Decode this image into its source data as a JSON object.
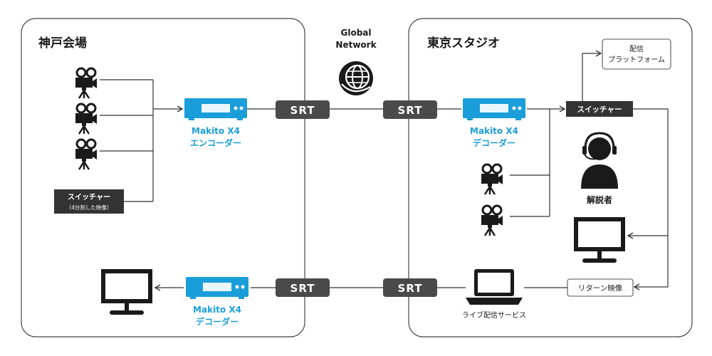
{
  "kobe": {
    "title": "神戸会場"
  },
  "tokyo": {
    "title": "東京スタジオ"
  },
  "network": {
    "line1": "Global",
    "line2": "Network"
  },
  "srt_label": "SRT",
  "encoder": {
    "line1": "Makito X4",
    "line2": "エンコーダー"
  },
  "decoder": {
    "line1": "Makito X4",
    "line2": "デコーダー"
  },
  "kobe_switcher": {
    "line1": "スイッチャー",
    "line2": "（4分割した映像）"
  },
  "tokyo_switcher": {
    "label": "スイッチャー"
  },
  "platform": {
    "line1": "配信",
    "line2": "プラットフォーム"
  },
  "commentator": {
    "label": "解説者"
  },
  "return_video": {
    "label": "リターン映像"
  },
  "live_service": {
    "label": "ライブ配信サービス"
  },
  "colors": {
    "accent": "#1a9ed9",
    "srt_bg": "#4a4a4a",
    "dark": "#1a1a1a",
    "line": "#333333"
  }
}
